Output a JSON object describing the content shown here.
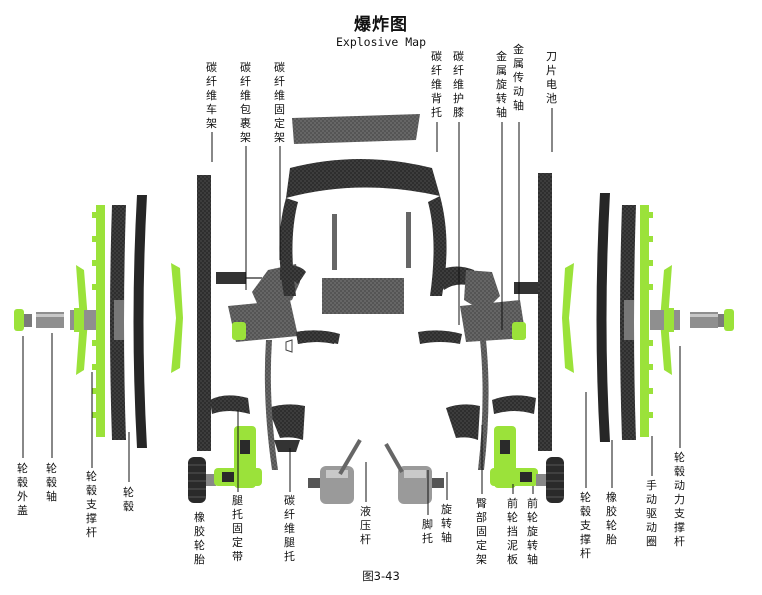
{
  "title_cn": "爆炸图",
  "title_en": "Explosive Map",
  "caption": "图3-43",
  "colors": {
    "carbon": "#2b2b2b",
    "carbon_light": "#4a4a4a",
    "accent_green": "#9be23a",
    "metal": "#9a9a9a",
    "line": "#111111"
  },
  "labels_top": {
    "frame": "碳纤维车架",
    "wrap_frame": "碳纤维包裹架",
    "fixed_frame": "碳纤维固定架",
    "back_rest": "碳纤维背托",
    "knee_guard": "碳纤维护膝",
    "rotating_shaft": "金属旋转轴",
    "drive_shaft": "金属传动轴",
    "blade_battery": "刀片电池"
  },
  "labels_bottom": {
    "hub_cap": "轮毂外盖",
    "hub_axle": "轮毂轴",
    "hub_strut_left": "轮毂支撑杆",
    "hub": "轮毂",
    "rubber_tire_left": "橡胶轮胎",
    "leg_strap": "腿托固定带",
    "leg_rest": "碳纤维腿托",
    "hydraulic_rod": "液压杆",
    "footrest": "脚托",
    "swivel_shaft": "旋转轴",
    "hip_bracket": "臀部固定架",
    "front_fender": "前轮挡泥板",
    "front_swivel": "前轮旋转轴",
    "hub_strut_right": "轮毂支撑杆",
    "rubber_tire_right": "橡胶轮胎",
    "manual_drive": "手动驱动圈",
    "hub_power_strut": "轮毂动力支撑杆"
  }
}
